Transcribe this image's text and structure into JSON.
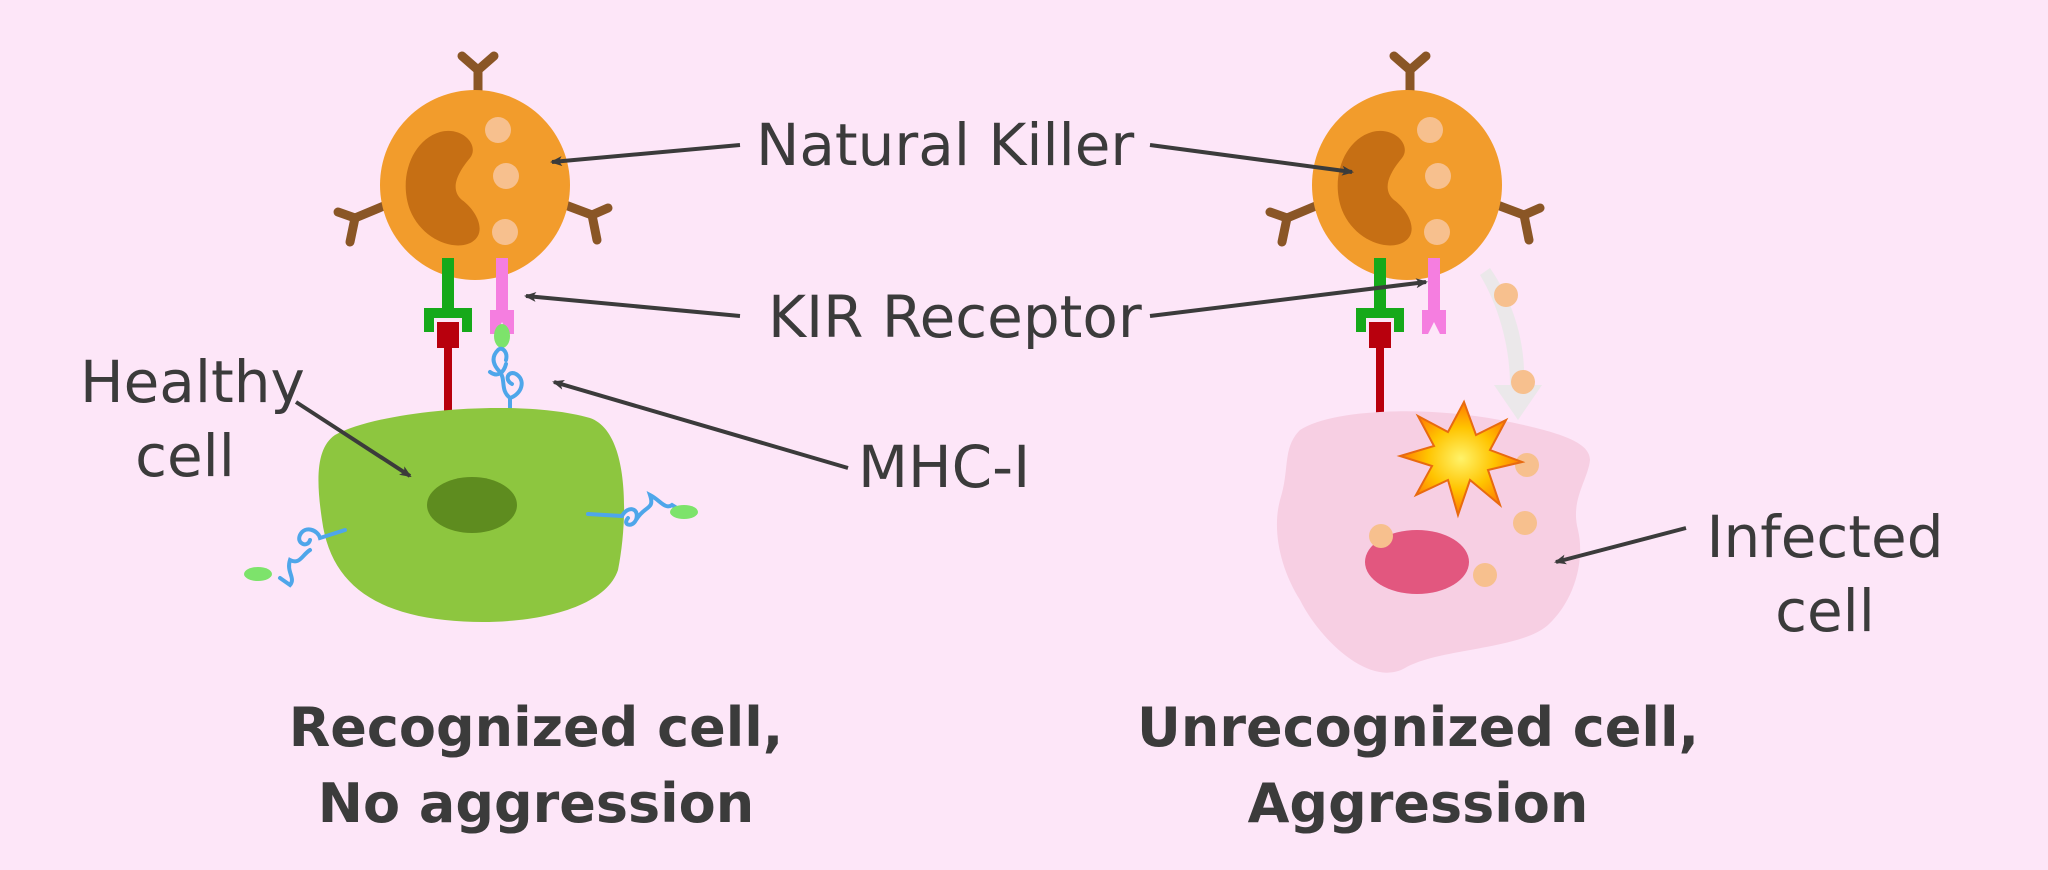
{
  "labels": {
    "natural_killer": "Natural Killer",
    "kir_receptor": "KIR Receptor",
    "mhc_i": "MHC-I",
    "healthy_cell": [
      "Healthy",
      "cell"
    ],
    "infected_cell": [
      "Infected",
      "cell"
    ]
  },
  "captions": {
    "left": [
      "Recognized cell,",
      "No aggression"
    ],
    "right": [
      "Unrecognized cell,",
      "Aggression"
    ]
  },
  "colors": {
    "background": "#fde6f8",
    "nk_cell": "#f29c2c",
    "nk_nucleus": "#c66f14",
    "healthy_cell": "#8dc63f",
    "healthy_nucleus": "#5e8c1f",
    "infected_cell": "#f7cfe3",
    "infected_nucleus": "#e2577f",
    "kir_receptor": "#f57ee0",
    "activating_receptor": "#16a91a",
    "ligand": "#b8000d",
    "mhc_i": "#4ea6ea",
    "granule": "#f7c08e",
    "text": "#3b3b3b"
  }
}
